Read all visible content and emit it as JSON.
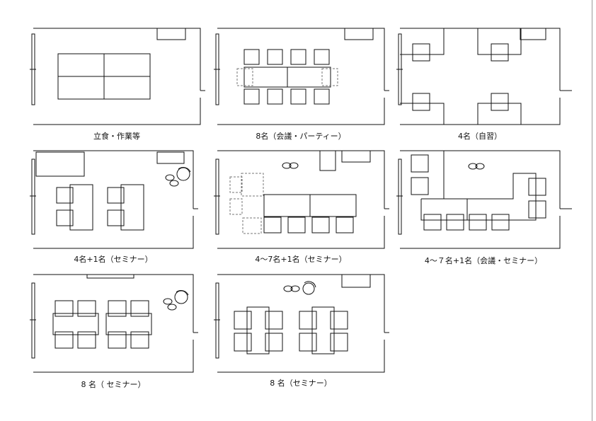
{
  "layouts": [
    {
      "caption": "立食・作業等"
    },
    {
      "caption": "8名（会議・パーティー）"
    },
    {
      "caption": "4名（自習）"
    },
    {
      "caption": "4名+1名（セミナー）"
    },
    {
      "caption": "4〜7名+1名（セミナー）"
    },
    {
      "caption": "4〜７名+1名（会議・セミナー）"
    },
    {
      "caption": "8 名（ セミナー）"
    },
    {
      "caption": "8 名（セミナー）"
    }
  ],
  "colors": {
    "line": "#111111",
    "dashed": "#777777",
    "page_edge": "#9a9a9a"
  }
}
